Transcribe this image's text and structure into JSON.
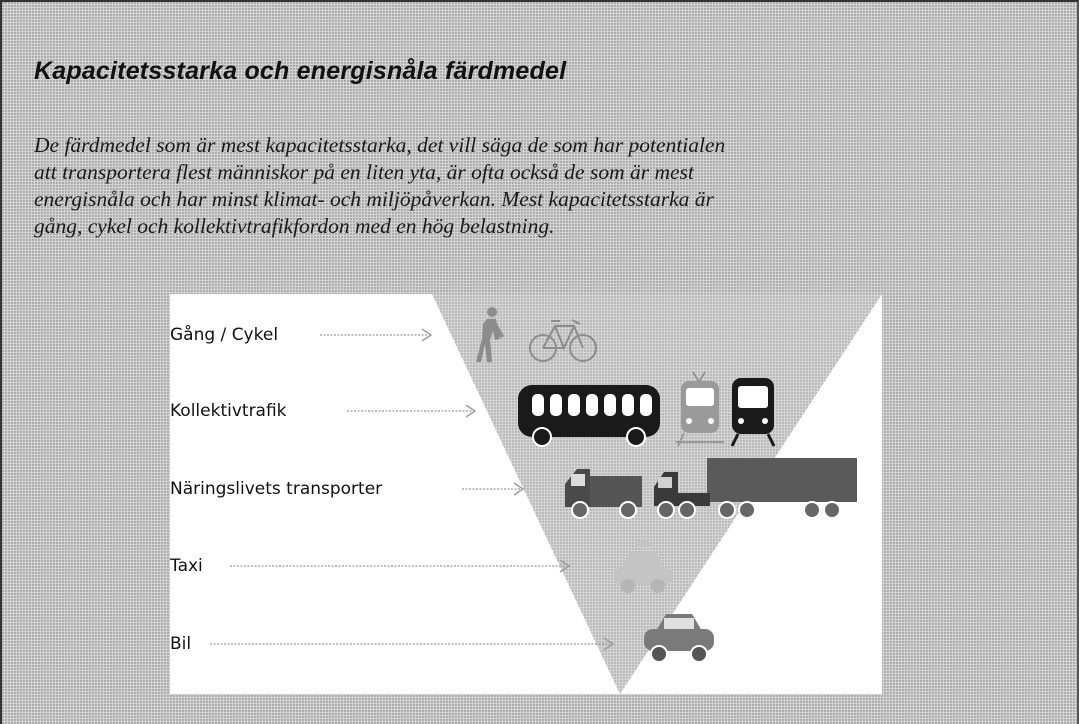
{
  "heading": "Kapacitetsstarka och energisnåla färdmedel",
  "intro_lines": [
    "De färdmedel som är mest kapacitetsstarka, det vill säga de som har potentialen",
    "att transportera flest människor på en liten yta, är ofta också de som är mest",
    "energisnåla och har minst klimat- och miljöpåverkan. Mest kapacitetsstarka är",
    "gång, cykel och kollektivtrafikfordon med en hög belastning."
  ],
  "modes": [
    {
      "label": "Gång / Cykel",
      "icons": [
        "pedestrian-icon",
        "bicycle-icon"
      ]
    },
    {
      "label": "Kollektivtrafik",
      "icons": [
        "bus-icon",
        "train-icon",
        "tram-icon"
      ]
    },
    {
      "label": "Näringslivets transporter",
      "icons": [
        "van-icon",
        "truck-icon"
      ]
    },
    {
      "label": "Taxi",
      "icons": [
        "taxi-icon"
      ]
    },
    {
      "label": "Bil",
      "icons": [
        "car-icon"
      ]
    }
  ],
  "colors": {
    "icon_dark": "#1a1a1a",
    "icon_mid": "#6a6a6a",
    "icon_light": "#c2c2c2",
    "arrow": "#9a9a9a"
  }
}
